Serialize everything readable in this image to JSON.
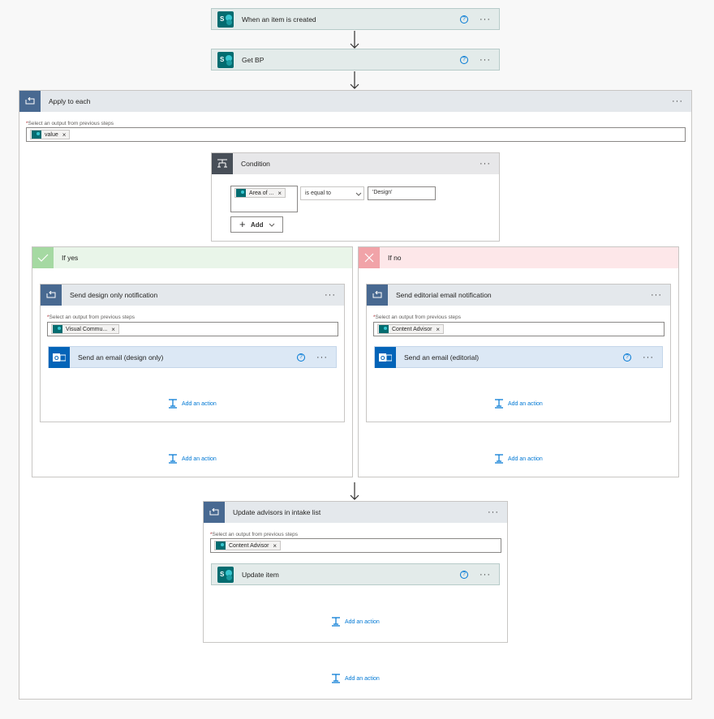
{
  "trigger": {
    "title": "When an item is created"
  },
  "get_bp": {
    "title": "Get BP"
  },
  "apply_each": {
    "title": "Apply to each",
    "select_label": "Select an output from previous steps",
    "token": "value"
  },
  "condition": {
    "title": "Condition",
    "left_token": "Area of ...",
    "operator": "is equal to",
    "right_value": "'Design'",
    "add_label": "Add"
  },
  "if_yes": {
    "title": "If yes",
    "loop": {
      "title": "Send design only notification",
      "select_label": "Select an output from previous steps",
      "token": "Visual Commu...",
      "action": "Send an email (design only)",
      "add_action": "Add an action"
    },
    "add_action": "Add an action"
  },
  "if_no": {
    "title": "If no",
    "loop": {
      "title": "Send editorial email notification",
      "select_label": "Select an output from previous steps",
      "token": "Content Advisor",
      "action": "Send an email (editorial)",
      "add_action": "Add an action"
    },
    "add_action": "Add an action"
  },
  "update_loop": {
    "title": "Update advisors in intake list",
    "select_label": "Select an output from previous steps",
    "token": "Content Advisor",
    "action": "Update item",
    "add_action": "Add an action"
  },
  "outer_add_action": "Add an action",
  "ui": {
    "help": "?",
    "more": "···",
    "required": "*",
    "remove": "×"
  },
  "colors": {
    "sharepoint": "#036c70",
    "loop_header": "#486991",
    "yes_bg": "#e9f5e9",
    "no_bg": "#fde7e9",
    "link": "#0078d4"
  }
}
